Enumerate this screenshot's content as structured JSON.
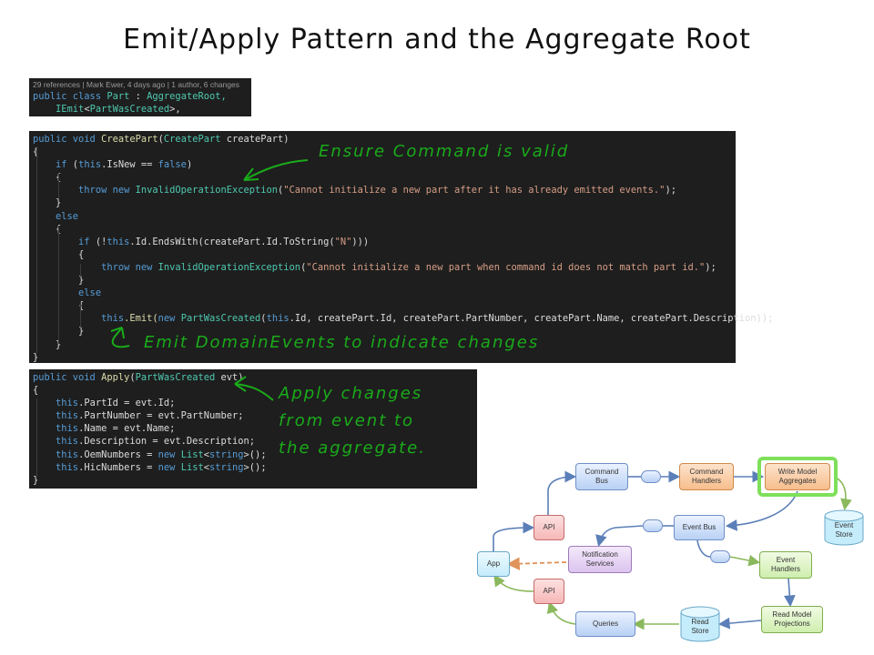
{
  "title": "Emit/Apply Pattern and the Aggregate Root",
  "class_block": {
    "meta": "29 references | Mark Ewer, 4 days ago | 1 author, 6 changes",
    "line1": {
      "kw": "public class",
      "name": "Part",
      "colon": " : ",
      "base": "AggregateRoot,"
    },
    "line2": {
      "iface": "IEmit",
      "lt": "<",
      "arg": "PartWasCreated",
      "gt": ">,"
    }
  },
  "create_block": {
    "sig": {
      "kw": "public void",
      "name": "CreatePart",
      "open": "(",
      "type": "CreatePart",
      "param": " createPart)"
    },
    "if1": {
      "kw": "if",
      "pre": " (",
      "this": "this",
      "rest": ".IsNew == ",
      "false": "false",
      "close": ")"
    },
    "throw1": {
      "kw": "throw new",
      "type": "InvalidOperationException",
      "open": "(",
      "str": "\"Cannot initialize a new part after it has already emitted events.\"",
      "close": ");"
    },
    "else1": "else",
    "if2": {
      "kw": "if",
      "pre": " (!",
      "this": "this",
      "rest": ".Id.EndsWith(createPart.Id.ToString(",
      "str": "\"N\"",
      "close": ")))"
    },
    "throw2": {
      "kw": "throw new",
      "type": "InvalidOperationException",
      "open": "(",
      "str": "\"Cannot initialize a new part when command id does not match part id.\"",
      "close": ");"
    },
    "else2": "else",
    "emit": {
      "this": "this",
      "mid": ".Emit(",
      "new": "new",
      "type": "PartWasCreated",
      "open": "(",
      "this2": "this",
      "rest": ".Id, createPart.Id, createPart.PartNumber, createPart.Name, createPart.Description));"
    },
    "open_brace": "{",
    "close_brace": "}"
  },
  "apply_block": {
    "sig": {
      "kw": "public void",
      "name": "Apply",
      "open": "(",
      "type": "PartWasCreated",
      "param": " evt)"
    },
    "lines": [
      {
        "this": "this",
        "rest": ".PartId = evt.Id;"
      },
      {
        "this": "this",
        "rest": ".PartNumber = evt.PartNumber;"
      },
      {
        "this": "this",
        "rest": ".Name = evt.Name;"
      },
      {
        "this": "this",
        "rest": ".Description = evt.Description;"
      }
    ],
    "list_lines": [
      {
        "this": "this",
        "rest": ".OemNumbers = ",
        "new": "new",
        "type": "List",
        "lt": "<",
        "str": "string",
        "gt": ">();"
      },
      {
        "this": "this",
        "rest": ".HicNumbers = ",
        "new": "new",
        "type": "List",
        "lt": "<",
        "str": "string",
        "gt": ">();"
      }
    ],
    "open_brace": "{",
    "close_brace": "}"
  },
  "annotations": {
    "ensure": "Ensure  Command  is  valid",
    "emit": "Emit  DomainEvents  to  indicate  changes",
    "apply1": "Apply   changes",
    "apply2": "from   event   to",
    "apply3": "the   aggregate."
  },
  "diagram": {
    "command_bus": [
      "Command",
      "Bus"
    ],
    "command_handlers": [
      "Command",
      "Handlers"
    ],
    "write_model": [
      "Write Model",
      "Aggregates"
    ],
    "event_store": [
      "Event",
      "Store"
    ],
    "event_bus": "Event Bus",
    "event_handlers": [
      "Event",
      "Handlers"
    ],
    "read_model": [
      "Read Model",
      "Projections"
    ],
    "read_store": [
      "Read",
      "Store"
    ],
    "queries": "Queries",
    "notification": [
      "Notification",
      "Services"
    ],
    "api_top": "API",
    "api_bottom": "API",
    "app": "App",
    "colors": {
      "highlight": "#7ee05a",
      "arrow_blue": "#5b7fb8",
      "arrow_green": "#8ab85c",
      "arrow_orange": "#e0935a"
    }
  }
}
